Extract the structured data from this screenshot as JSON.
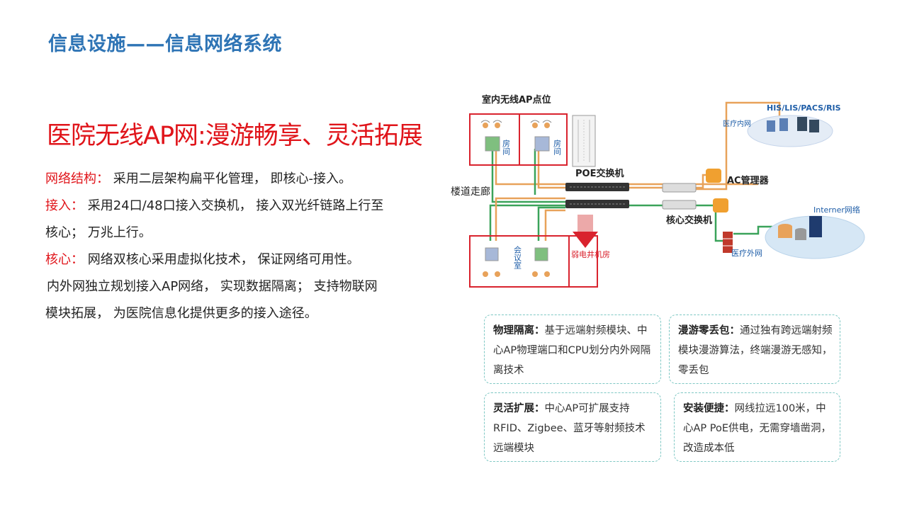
{
  "page": {
    "title": "信息设施——信息网络系统",
    "heading": "医院无线AP网:漫游畅享、灵活拓展"
  },
  "body": {
    "line1_label": "网络结构：",
    "line1_text": "采用二层架构扁平化管理， 即核心-接入。",
    "line2_label": "接入：",
    "line2_text": "采用24口/48口接入交换机， 接入双光纤链路上行至",
    "line3_text": "核心；  万兆上行。",
    "line4_label": "核心：",
    "line4_text": "网络双核心采用虚拟化技术， 保证网络可用性。",
    "line5_text": "内外网独立规划接入AP网络， 实现数据隔离； 支持物联网",
    "line6_text": "模块拓展， 为医院信息化提供更多的接入途径。"
  },
  "diagram": {
    "indoor_ap_label": "室内无线AP点位",
    "room_label_1": "房间",
    "room_label_2": "房间",
    "poe_switch_label": "POE交换机",
    "corridor_label": "楼道走廊",
    "ac_label": "AC管理器",
    "core_switch_label": "核心交换机",
    "meeting_room_label": "会议室",
    "weak_room_label": "弱电井机房",
    "his_label": "HIS/LIS/PACS/RIS",
    "intranet_label": "医疗内网",
    "internet_label": "Interner网络",
    "extranet_label": "医疗外网",
    "colors": {
      "orange": "#e8a25a",
      "green": "#3aa35a",
      "red": "#d9232e",
      "blue": "#1f5ea8"
    }
  },
  "cards": [
    {
      "title": "物理隔离：",
      "text": "基于远端射频模块、中心AP物理端口和CPU划分内外网隔离技术"
    },
    {
      "title": "漫游零丢包：",
      "text": "通过独有跨远端射频模块漫游算法，终端漫游无感知，零丢包"
    },
    {
      "title": "灵活扩展：",
      "text": "中心AP可扩展支持RFID、Zigbee、蓝牙等射频技术远端模块"
    },
    {
      "title": "安装便捷：",
      "text": "网线拉远100米，中心AP PoE供电，无需穿墙凿洞，改造成本低"
    }
  ]
}
